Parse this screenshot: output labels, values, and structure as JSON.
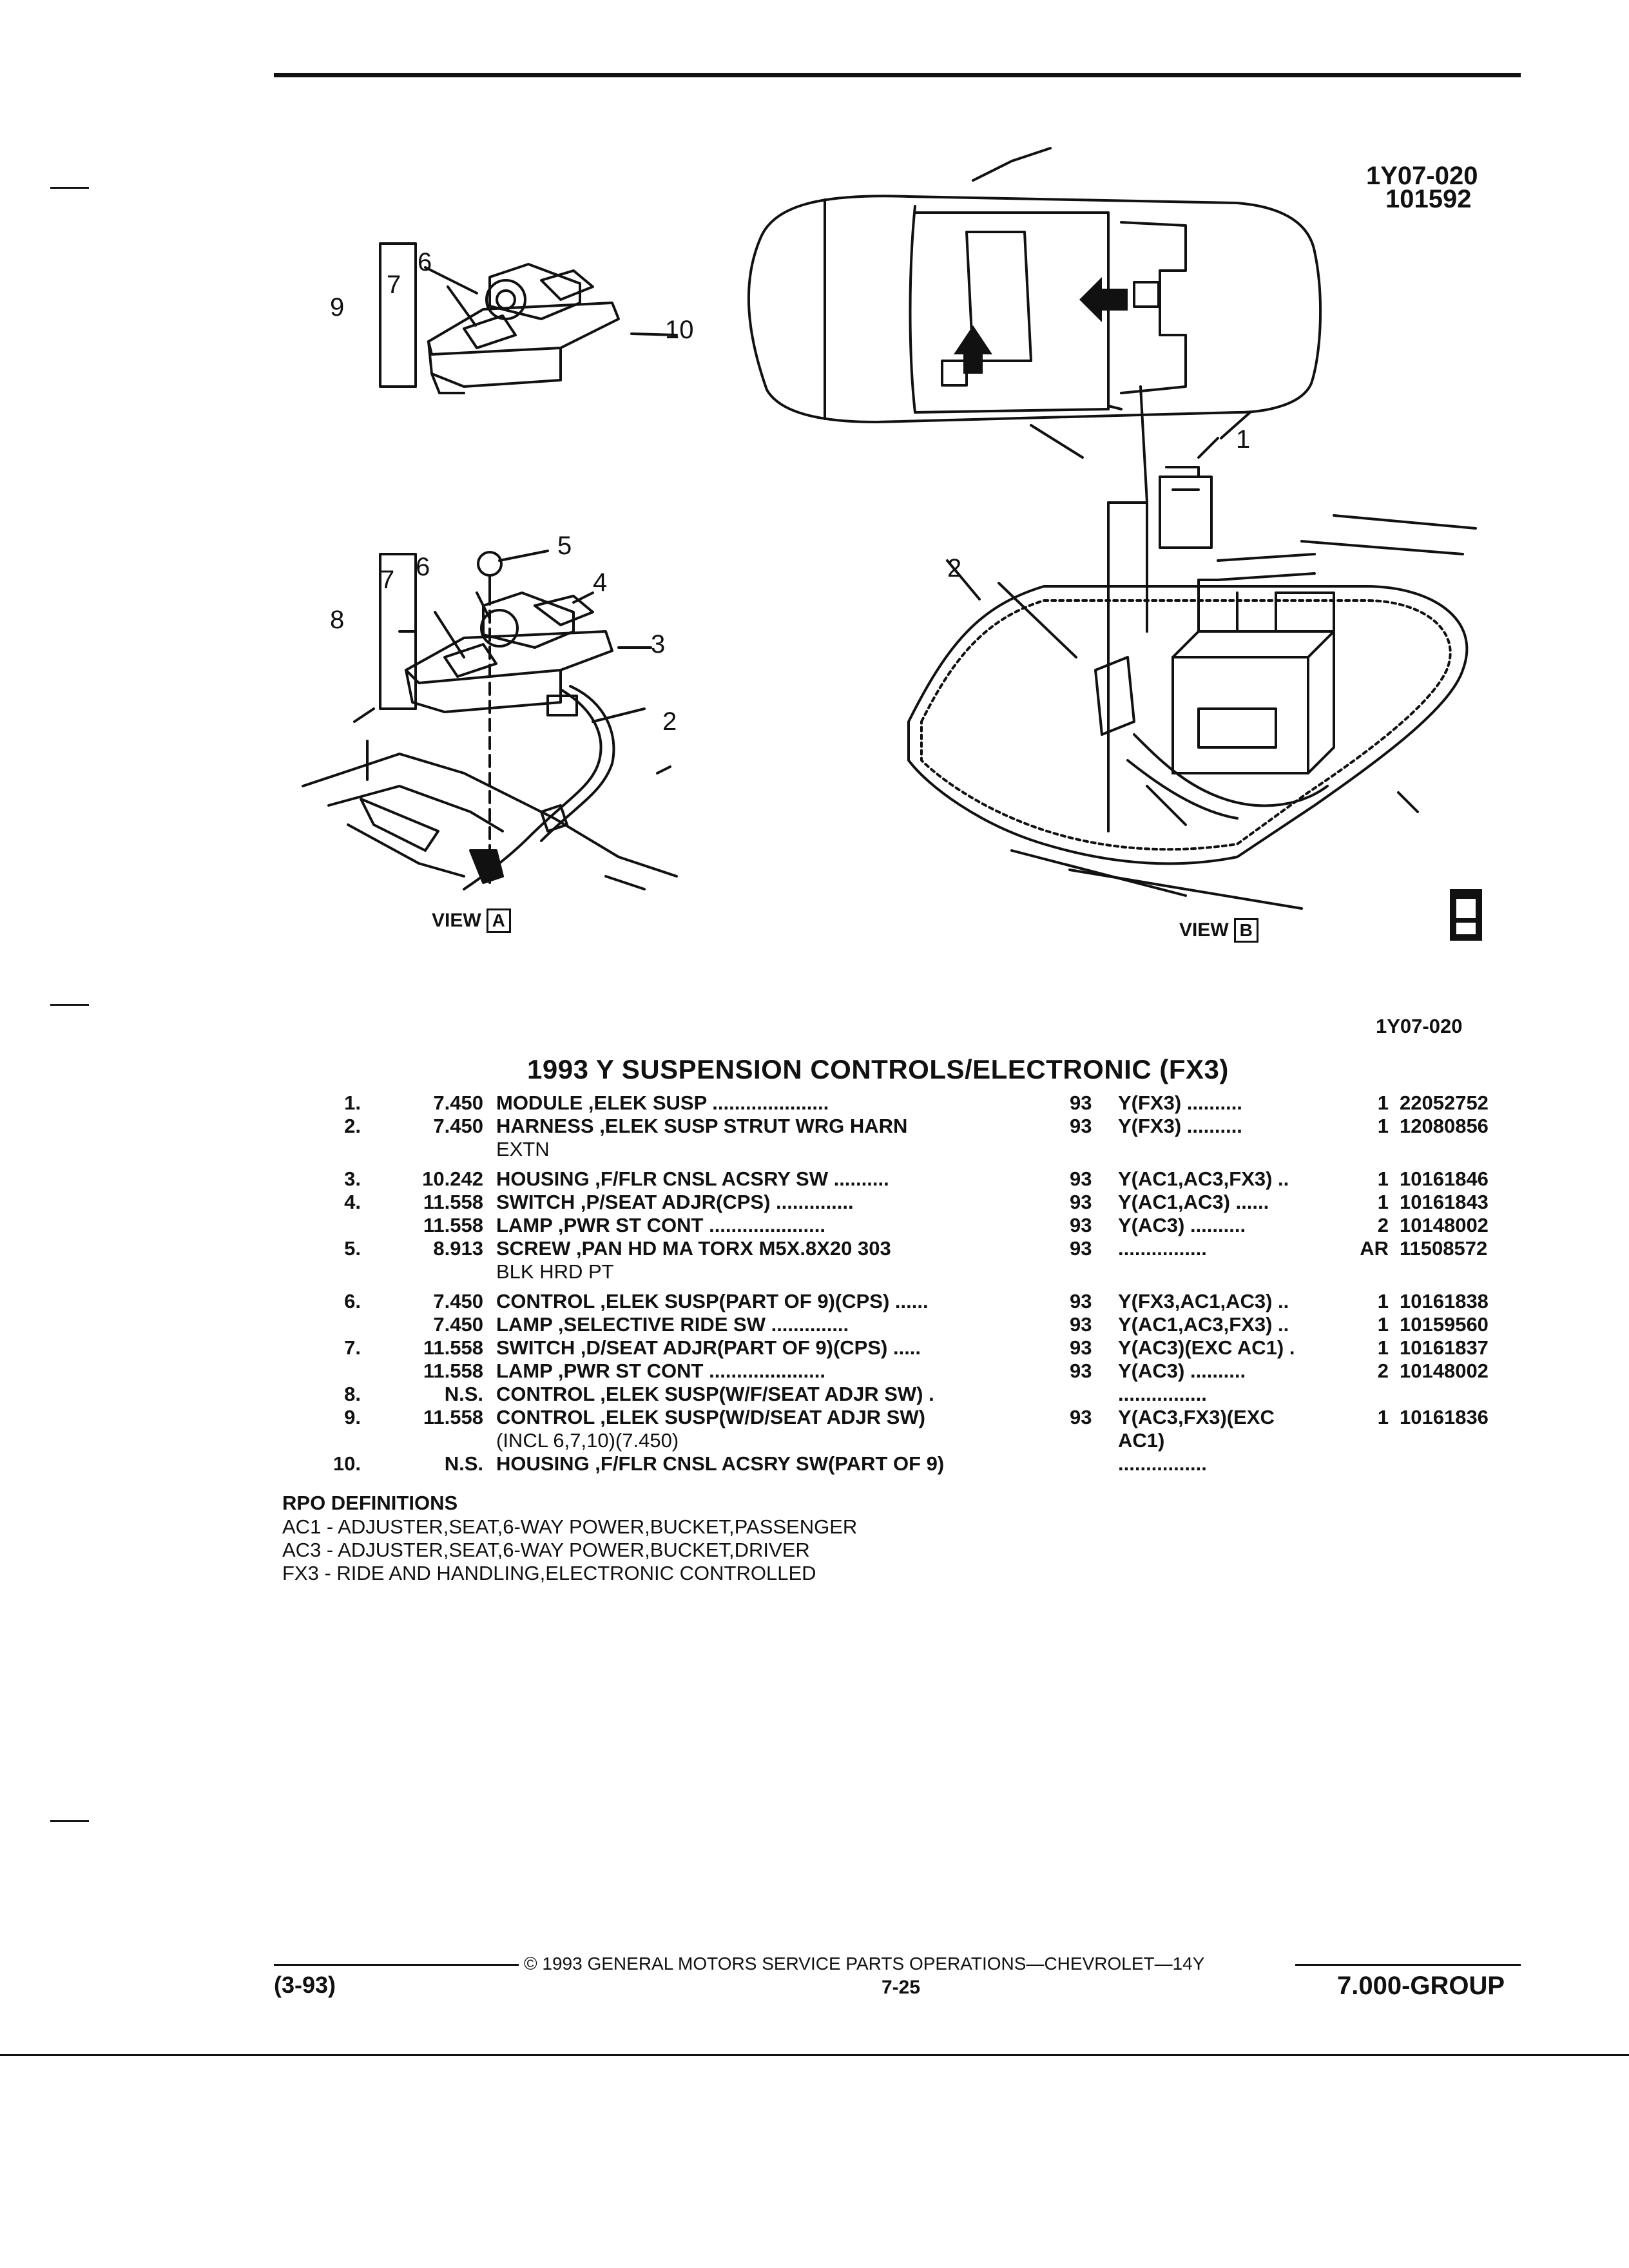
{
  "header": {
    "code": "1Y07-020",
    "date": "101592"
  },
  "page_ref": "1Y07-020",
  "title": "1993 Y SUSPENSION CONTROLS/ELECTRONIC (FX3)",
  "illustration": {
    "view_label": "VIEW",
    "view_a": "A",
    "view_b": "B",
    "callouts": [
      "1",
      "2",
      "3",
      "4",
      "5",
      "6",
      "7",
      "8",
      "9",
      "10"
    ]
  },
  "parts": [
    {
      "num": "1.",
      "fig": "7.450",
      "name": "MODULE ,ELEK SUSP .....................",
      "yr": "93",
      "usage": "Y(FX3) ..........",
      "qty": "1",
      "pn": "22052752"
    },
    {
      "num": "2.",
      "fig": "7.450",
      "name": "HARNESS ,ELEK SUSP STRUT WRG HARN",
      "yr": "93",
      "usage": "Y(FX3) ..........",
      "qty": "1",
      "pn": "12080856"
    },
    {
      "num": "",
      "fig": "",
      "name": "EXTN",
      "yr": "",
      "usage": "",
      "qty": "",
      "pn": ""
    },
    {
      "num": "3.",
      "fig": "10.242",
      "name": "HOUSING ,F/FLR CNSL ACSRY SW ..........",
      "yr": "93",
      "usage": "Y(AC1,AC3,FX3) ..",
      "qty": "1",
      "pn": "10161846"
    },
    {
      "num": "4.",
      "fig": "11.558",
      "name": "SWITCH ,P/SEAT ADJR(CPS) ..............",
      "yr": "93",
      "usage": "Y(AC1,AC3) ......",
      "qty": "1",
      "pn": "10161843"
    },
    {
      "num": "",
      "fig": "11.558",
      "name": "LAMP ,PWR ST CONT .....................",
      "yr": "93",
      "usage": "Y(AC3) ..........",
      "qty": "2",
      "pn": "10148002"
    },
    {
      "num": "5.",
      "fig": "8.913",
      "name": "SCREW ,PAN HD MA TORX M5X.8X20 303",
      "yr": "93",
      "usage": "................",
      "qty": "AR",
      "pn": "11508572"
    },
    {
      "num": "",
      "fig": "",
      "name": "BLK HRD PT",
      "yr": "",
      "usage": "",
      "qty": "",
      "pn": ""
    },
    {
      "num": "6.",
      "fig": "7.450",
      "name": "CONTROL ,ELEK SUSP(PART OF 9)(CPS) ......",
      "yr": "93",
      "usage": "Y(FX3,AC1,AC3) ..",
      "qty": "1",
      "pn": "10161838"
    },
    {
      "num": "",
      "fig": "7.450",
      "name": "LAMP ,SELECTIVE RIDE SW ..............",
      "yr": "93",
      "usage": "Y(AC1,AC3,FX3) ..",
      "qty": "1",
      "pn": "10159560"
    },
    {
      "num": "7.",
      "fig": "11.558",
      "name": "SWITCH ,D/SEAT ADJR(PART OF 9)(CPS) .....",
      "yr": "93",
      "usage": "Y(AC3)(EXC AC1) .",
      "qty": "1",
      "pn": "10161837"
    },
    {
      "num": "",
      "fig": "11.558",
      "name": "LAMP ,PWR ST CONT .....................",
      "yr": "93",
      "usage": "Y(AC3) ..........",
      "qty": "2",
      "pn": "10148002"
    },
    {
      "num": "8.",
      "fig": "N.S.",
      "name": "CONTROL ,ELEK SUSP(W/F/SEAT ADJR SW) .",
      "yr": "",
      "usage": "................",
      "qty": "",
      "pn": ""
    },
    {
      "num": "9.",
      "fig": "11.558",
      "name": "CONTROL ,ELEK SUSP(W/D/SEAT ADJR SW)",
      "yr": "93",
      "usage": "Y(AC3,FX3)(EXC",
      "qty": "1",
      "pn": "10161836"
    },
    {
      "num": "",
      "fig": "",
      "name": "(INCL 6,7,10)(7.450)",
      "yr": "",
      "usage": "AC1)",
      "qty": "",
      "pn": ""
    },
    {
      "num": "10.",
      "fig": "N.S.",
      "name": "HOUSING ,F/FLR CNSL ACSRY SW(PART OF 9)",
      "yr": "",
      "usage": "................",
      "qty": "",
      "pn": ""
    }
  ],
  "rpo": {
    "heading": "RPO DEFINITIONS",
    "lines": [
      "AC1 - ADJUSTER,SEAT,6-WAY POWER,BUCKET,PASSENGER",
      "AC3 - ADJUSTER,SEAT,6-WAY POWER,BUCKET,DRIVER",
      "FX3 - RIDE AND HANDLING,ELECTRONIC CONTROLLED"
    ]
  },
  "footer": {
    "copyright": "© 1993 GENERAL MOTORS SERVICE PARTS OPERATIONS—CHEVROLET—14Y",
    "date": "(3-93)",
    "page": "7-25",
    "group": "7.000-GROUP"
  }
}
